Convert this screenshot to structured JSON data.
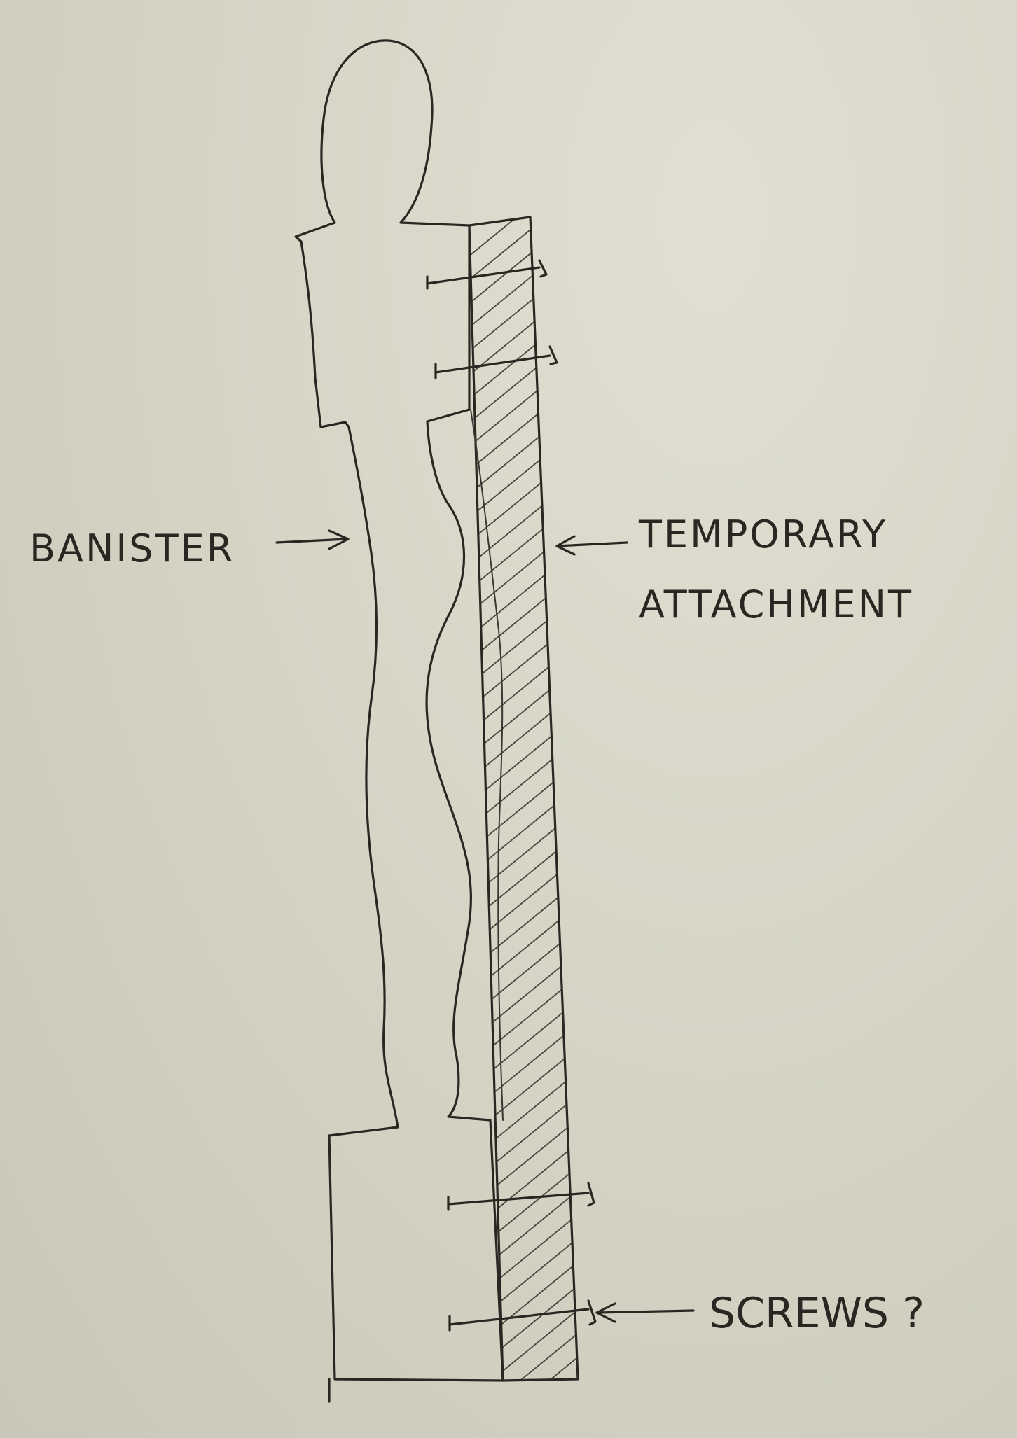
{
  "labels": {
    "banister": "BANISTER",
    "temporary_line1": "TEMPORARY",
    "temporary_line2": "ATTACHMENT",
    "screws": "SCREWS ?"
  },
  "colors": {
    "paper": "#d6d5c6",
    "ink": "#2a2622"
  }
}
